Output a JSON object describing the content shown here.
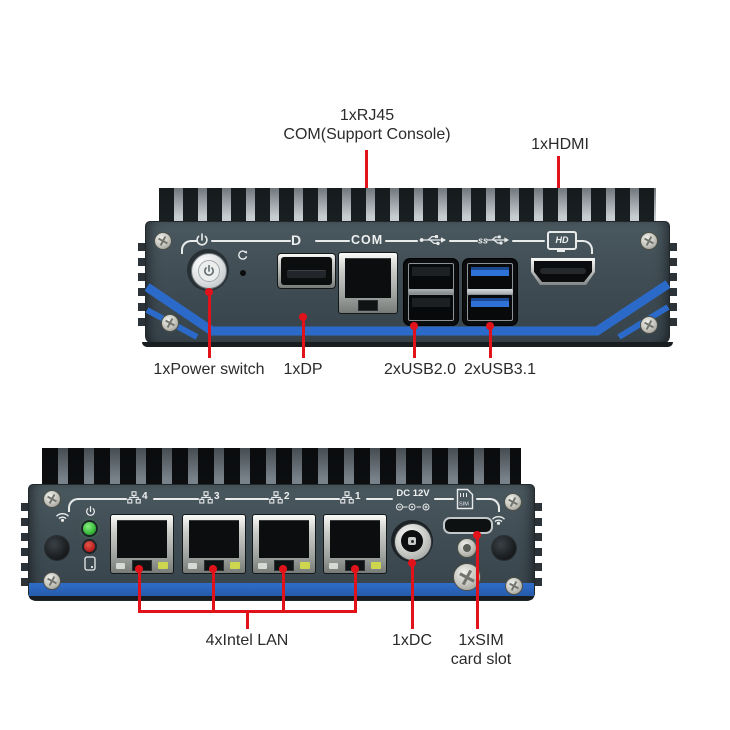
{
  "image_type": "annotated product views of a fanless mini PC (front I/O panel and LAN panel)",
  "colors": {
    "background": "#ffffff",
    "annotation_red": "#e2121b",
    "label_text": "#2b2b2b",
    "chassis_body": "#41505a",
    "stripe_blue": "#2b6ac8",
    "usb3_blue": "#2e72d8",
    "print_white": "#e9ebeb"
  },
  "top_view": {
    "callout_rj45_line1": "1xRJ45",
    "callout_rj45_line2": "COM(Support Console)",
    "callout_hdmi": "1xHDMI",
    "callout_power": "1xPower switch",
    "callout_dp": "1xDP",
    "callout_usb2": "2xUSB2.0",
    "callout_usb3": "2xUSB3.1",
    "print": {
      "dp": "D",
      "com": "COM",
      "hd": "HD",
      "ss": "ss"
    },
    "icons": [
      "power-icon",
      "reset-icon",
      "usb-trident-icon",
      "ss-usb-trident-icon",
      "hdmi-logo-icon",
      "displayport-logo-icon"
    ]
  },
  "bottom_view": {
    "print": {
      "lan_numbers": [
        "4",
        "3",
        "2",
        "1"
      ],
      "dc": "DC 12V",
      "sim": "SIM"
    },
    "callout_lan": "4xIntel LAN",
    "callout_dc": "1xDC",
    "callout_sim_line1": "1xSIM",
    "callout_sim_line2": "card slot",
    "icons": [
      "wifi-icon",
      "power-led-icon",
      "hdd-led-icon",
      "lan-network-icon",
      "dc-polarity-icon",
      "sim-card-icon"
    ]
  }
}
